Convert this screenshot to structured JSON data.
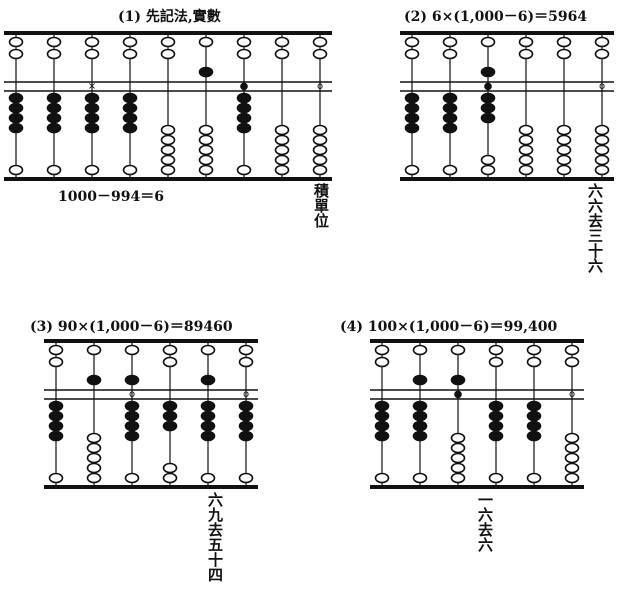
{
  "panels": [
    {
      "title": "(1) 先記法,實數",
      "caption": "1000－994＝6",
      "vertical_text": "積單位",
      "rods": 9,
      "upper_active": [
        0,
        0,
        0,
        0,
        0,
        1,
        0,
        0,
        0
      ],
      "lower_count": [
        4,
        4,
        4,
        4,
        0,
        0,
        4,
        0,
        0,
        0
      ],
      "marks": [
        {
          "rod": 2,
          "symbol": "×"
        },
        {
          "rod": 6,
          "symbol": "●"
        },
        {
          "rod": 8,
          "symbol": "o"
        }
      ]
    },
    {
      "title": "(2) 6×(1,000－6)＝5964",
      "caption": "",
      "vertical_text": "六六去三十六",
      "rods": 6,
      "upper_active": [
        0,
        0,
        1,
        0,
        0,
        0
      ],
      "lower_count": [
        4,
        4,
        3,
        0,
        0,
        0
      ],
      "marks": [
        {
          "rod": 2,
          "symbol": "●"
        },
        {
          "rod": 5,
          "symbol": "o"
        }
      ]
    },
    {
      "title": "(3) 90×(1,000－6)＝89460",
      "caption": "",
      "vertical_text": "六九去五十四",
      "rods": 6,
      "upper_active": [
        0,
        1,
        1,
        0,
        1,
        0
      ],
      "lower_count": [
        4,
        0,
        4,
        3,
        4,
        4
      ],
      "marks": [
        {
          "rod": 2,
          "symbol": "o"
        },
        {
          "rod": 5,
          "symbol": "o"
        }
      ]
    },
    {
      "title": "(4) 100×(1,000－6)＝99,400",
      "caption": "",
      "vertical_text": "一六去六",
      "rods": 6,
      "upper_active": [
        0,
        1,
        1,
        0,
        0,
        0
      ],
      "lower_count": [
        4,
        4,
        0,
        4,
        4,
        0
      ],
      "marks": [
        {
          "rod": 2,
          "symbol": "●"
        },
        {
          "rod": 5,
          "symbol": "o"
        }
      ]
    }
  ]
}
